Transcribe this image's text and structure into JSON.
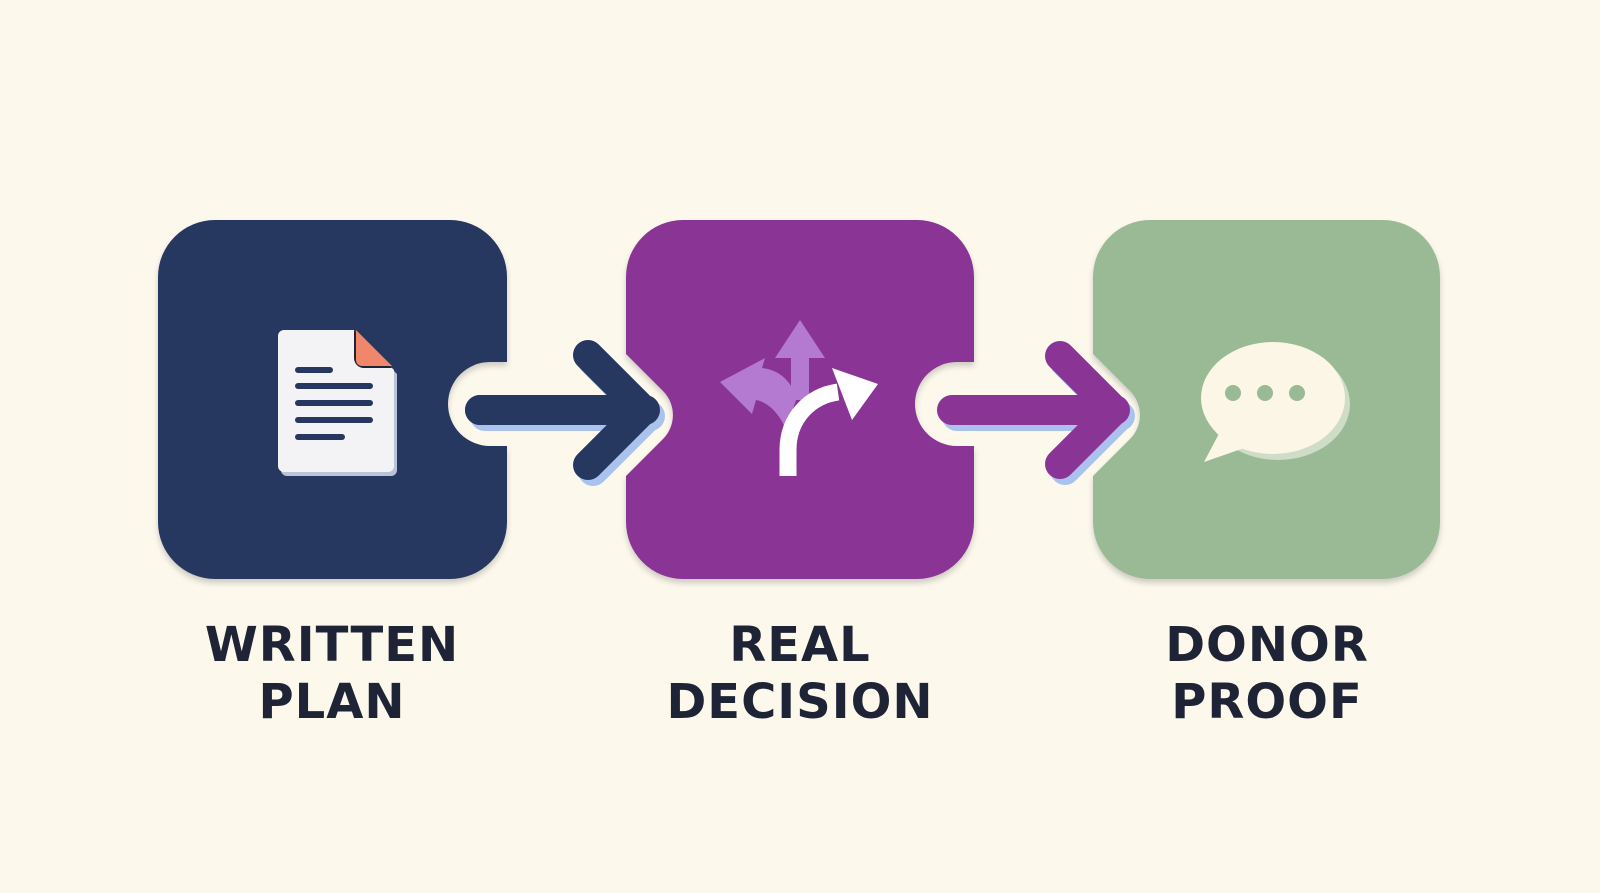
{
  "steps": [
    {
      "id": "step-1",
      "line1": "WRITTEN",
      "line2": "PLAN",
      "color": "#26385f",
      "icon": "document-icon"
    },
    {
      "id": "step-2",
      "line1": "REAL",
      "line2": "DECISION",
      "color": "#8a3496",
      "icon": "fork-arrows-icon"
    },
    {
      "id": "step-3",
      "line1": "DONOR",
      "line2": "PROOF",
      "color": "#9aba96",
      "icon": "speech-bubble-icon"
    }
  ],
  "connectors": [
    {
      "from": "step-1",
      "to": "step-2",
      "color": "#26385f",
      "icon": "arrow-right-icon"
    },
    {
      "from": "step-2",
      "to": "step-3",
      "color": "#8a3496",
      "icon": "arrow-right-icon"
    }
  ],
  "colors": {
    "background": "#fcf8ec",
    "text": "#1e2336",
    "accent_shadow": "#a9c3ee",
    "doc_corner": "#f0876a"
  }
}
